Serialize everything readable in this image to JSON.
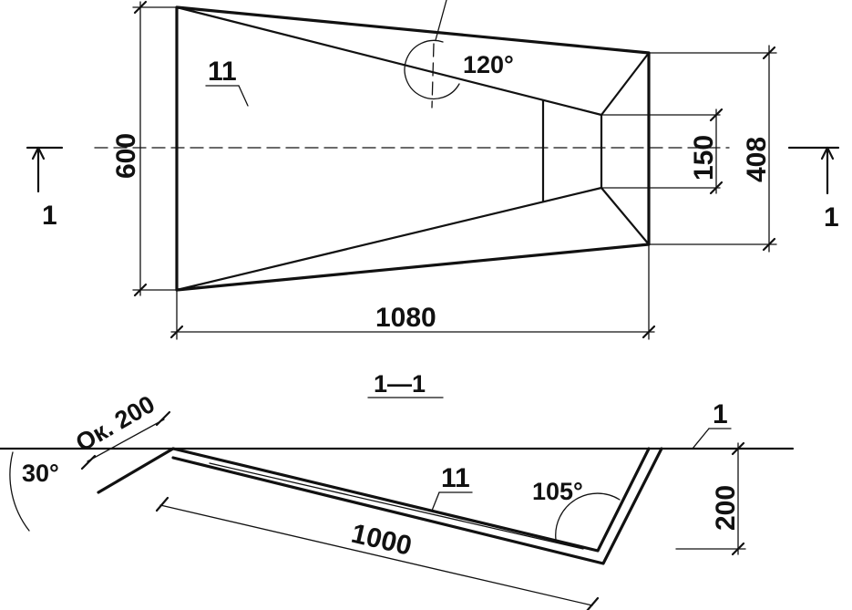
{
  "plan_view": {
    "dimensions": {
      "length": "1080",
      "width_left": "600",
      "width_right": "408",
      "width_outlet": "150"
    },
    "angle": "120°",
    "part_label": "11",
    "section_marker": "1"
  },
  "section_view": {
    "title": "1—1",
    "part_label": "11",
    "ground_line_label": "1",
    "dimensions": {
      "slope_length": "1000",
      "depth": "200",
      "approx_width": "Ок. 200"
    },
    "angles": {
      "left": "30°",
      "right": "105°"
    }
  }
}
